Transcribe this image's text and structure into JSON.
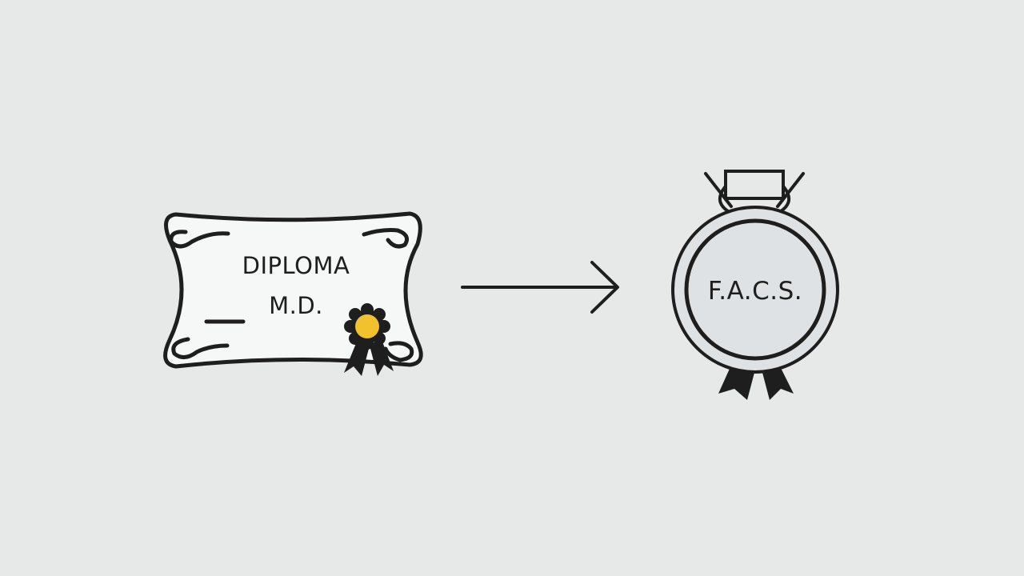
{
  "diploma": {
    "title": "DIPLOMA",
    "degree": "M.D."
  },
  "medal": {
    "label": "F.A.C.S."
  },
  "colors": {
    "background": "#e7e9e9",
    "stroke": "#1e1e1e",
    "paper": "#f6f7f7",
    "seal": "#f2c12e",
    "medal_fill": "#dfe2e4"
  },
  "icons": [
    "diploma-scroll-icon",
    "award-seal-icon",
    "arrow-right-icon",
    "medal-icon",
    "ribbon-icon"
  ]
}
